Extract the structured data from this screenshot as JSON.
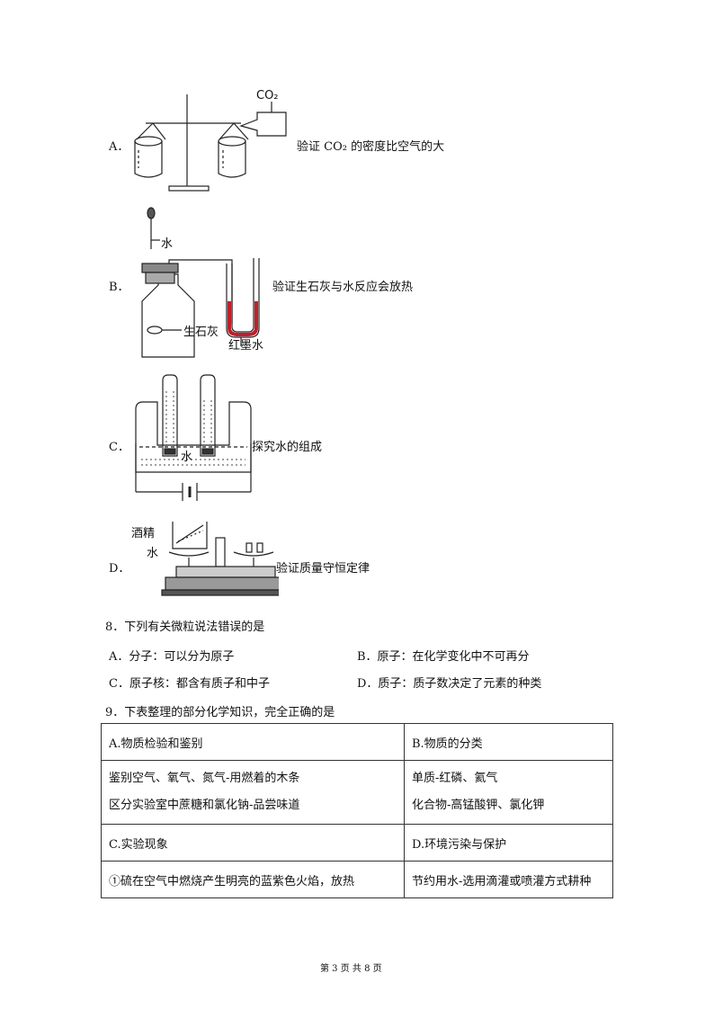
{
  "options_7": [
    {
      "letter": "A．",
      "caption": "验证 CO₂ 的密度比空气的大",
      "labels": [
        "CO₂"
      ]
    },
    {
      "letter": "B．",
      "caption": "验证生石灰与水反应会放热",
      "labels": [
        "水",
        "生石灰",
        "红墨水"
      ]
    },
    {
      "letter": "C．",
      "caption": "探究水的组成",
      "labels": [
        "水"
      ]
    },
    {
      "letter": "D．",
      "caption": "验证质量守恒定律",
      "labels": [
        "酒精",
        "水"
      ]
    }
  ],
  "q8": {
    "stem": "8．下列有关微粒说法错误的是",
    "options": [
      "A．分子：可以分为原子",
      "B．原子：在化学变化中不可再分",
      "C．原子核：都含有质子和中子",
      "D．质子：质子数决定了元素的种类"
    ]
  },
  "q9": {
    "stem": "9．下表整理的部分化学知识，完全正确的是",
    "table": {
      "A_head": "A.物质检验和鉴别",
      "B_head": "B.物质的分类",
      "A_lines": [
        "鉴别空气、氧气、氮气-用燃着的木条",
        "区分实验室中蔗糖和氯化钠-品尝味道"
      ],
      "B_lines": [
        "单质-红磷、氦气",
        "化合物-高锰酸钾、氯化钾"
      ],
      "C_head": "C.实验现象",
      "D_head": "D.环境污染与保护",
      "C_line": "①硫在空气中燃烧产生明亮的蓝紫色火焰，放热",
      "D_line": "节约用水-选用滴灌或喷灌方式耕种"
    }
  },
  "footer": "第 3 页 共 8 页",
  "colors": {
    "red_ink": "#c0202a",
    "line": "#222222"
  }
}
